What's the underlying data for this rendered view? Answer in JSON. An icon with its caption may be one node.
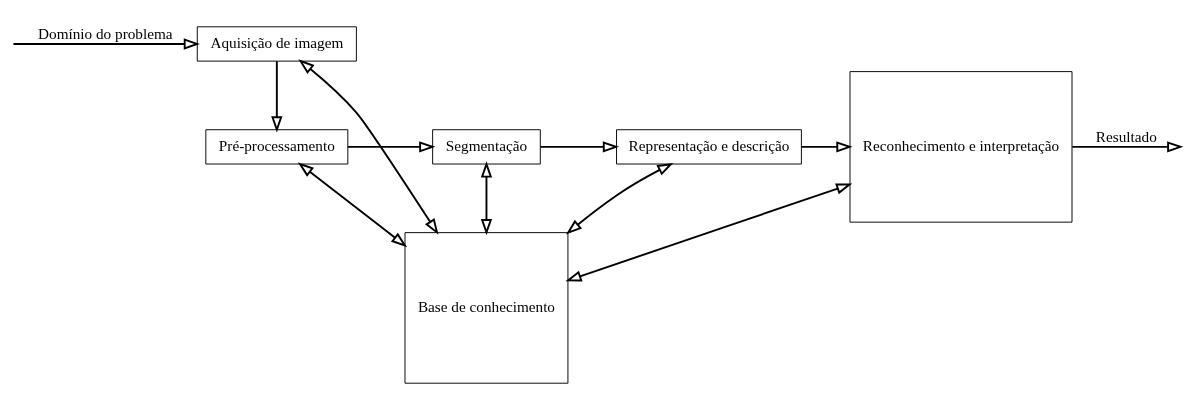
{
  "diagram": {
    "nodes": [
      {
        "text": [
          "Aquisição de imagem"
        ]
      },
      {
        "text": [
          "Pré-processamento"
        ]
      },
      {
        "text": [
          "Segmentação"
        ]
      },
      {
        "text": [
          "Representação e descrição"
        ]
      },
      {
        "text": [
          "Base de conhecimento"
        ]
      },
      {
        "text": [
          "Reconhecimento e interpretação"
        ]
      }
    ],
    "edges": [
      {
        "from": null,
        "to": 0,
        "arrow": "to",
        "label": "Domínio do problema"
      },
      {
        "from": 0,
        "to": 1,
        "arrow": "to"
      },
      {
        "from": 1,
        "to": 2,
        "arrow": "to"
      },
      {
        "from": 2,
        "to": 3,
        "arrow": "to"
      },
      {
        "from": 3,
        "to": 5,
        "arrow": "to"
      },
      {
        "from": 5,
        "to": null,
        "arrow": "to",
        "label": "Resultado"
      },
      {
        "from": 1,
        "to": 4,
        "arrow": "both"
      },
      {
        "from": 0,
        "to": 4,
        "arrow": "both"
      },
      {
        "from": 2,
        "to": 4,
        "arrow": "both"
      },
      {
        "from": 3,
        "to": 4,
        "arrow": "both"
      },
      {
        "from": 4,
        "to": 5,
        "arrow": "both"
      }
    ]
  }
}
